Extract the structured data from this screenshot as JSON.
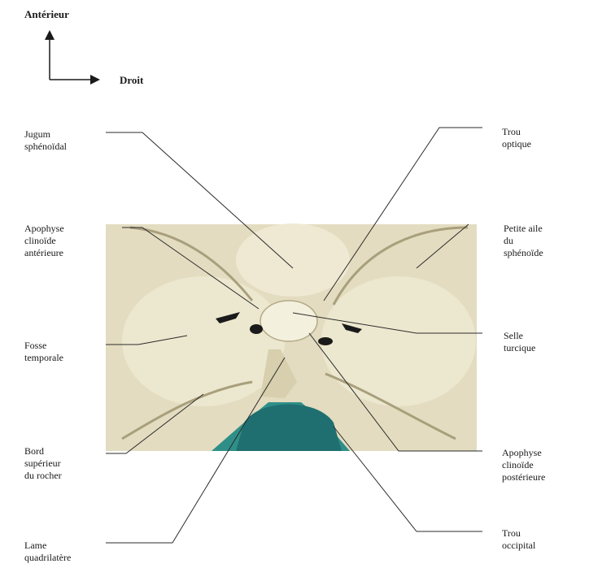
{
  "orientation": {
    "anterior": "Antérieur",
    "right": "Droit"
  },
  "labels": {
    "jugum": "Jugum\nsphénoïdal",
    "apophyse_ant": "Apophyse\nclinoïde\nantérieure",
    "fosse_temporale": "Fosse\ntemporale",
    "bord_rocher": "Bord\nsupérieur\ndu rocher",
    "lame": "Lame\nquadrilatère",
    "trou_optique": "Trou\noptique",
    "petite_aile": "Petite aile\ndu\nsphénoïde",
    "selle": "Selle\nturcique",
    "apophyse_post": "Apophyse\nclinoïde\npostérieure",
    "trou_occipital": "Trou\noccipital"
  },
  "colors": {
    "bone": "#e3dcc0",
    "bone_shadow": "#a99f7c",
    "background_teal": "#2f8f88",
    "foramen": "#1f6f70",
    "leader": "#2b2b2b"
  }
}
